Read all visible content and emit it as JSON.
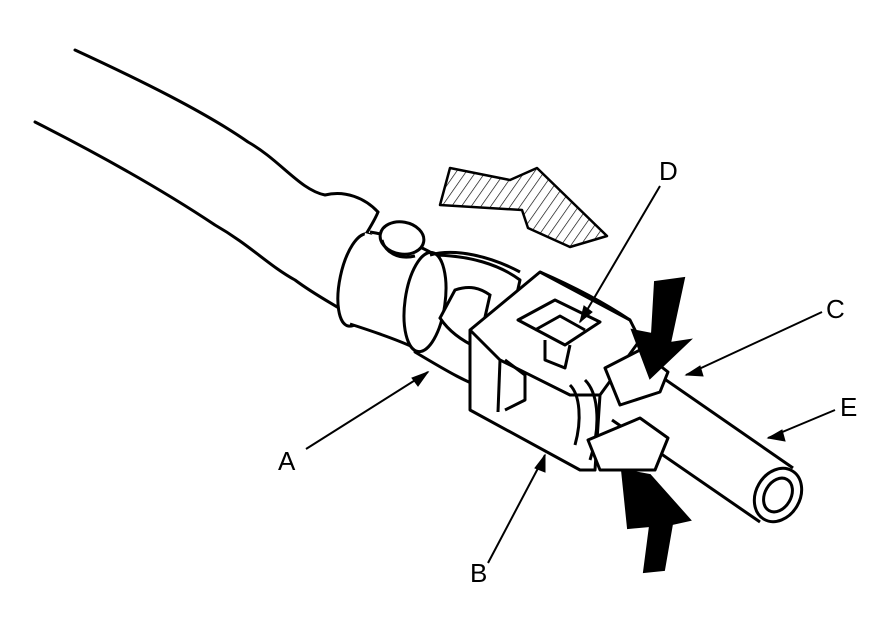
{
  "diagram": {
    "labels": {
      "a": "A",
      "b": "B",
      "c": "C",
      "d": "D",
      "e": "E"
    },
    "colors": {
      "ink": "#000000",
      "paper": "#ffffff"
    },
    "icons": [
      "push-direction-arrow-icon",
      "squeeze-arrow-icon"
    ]
  }
}
